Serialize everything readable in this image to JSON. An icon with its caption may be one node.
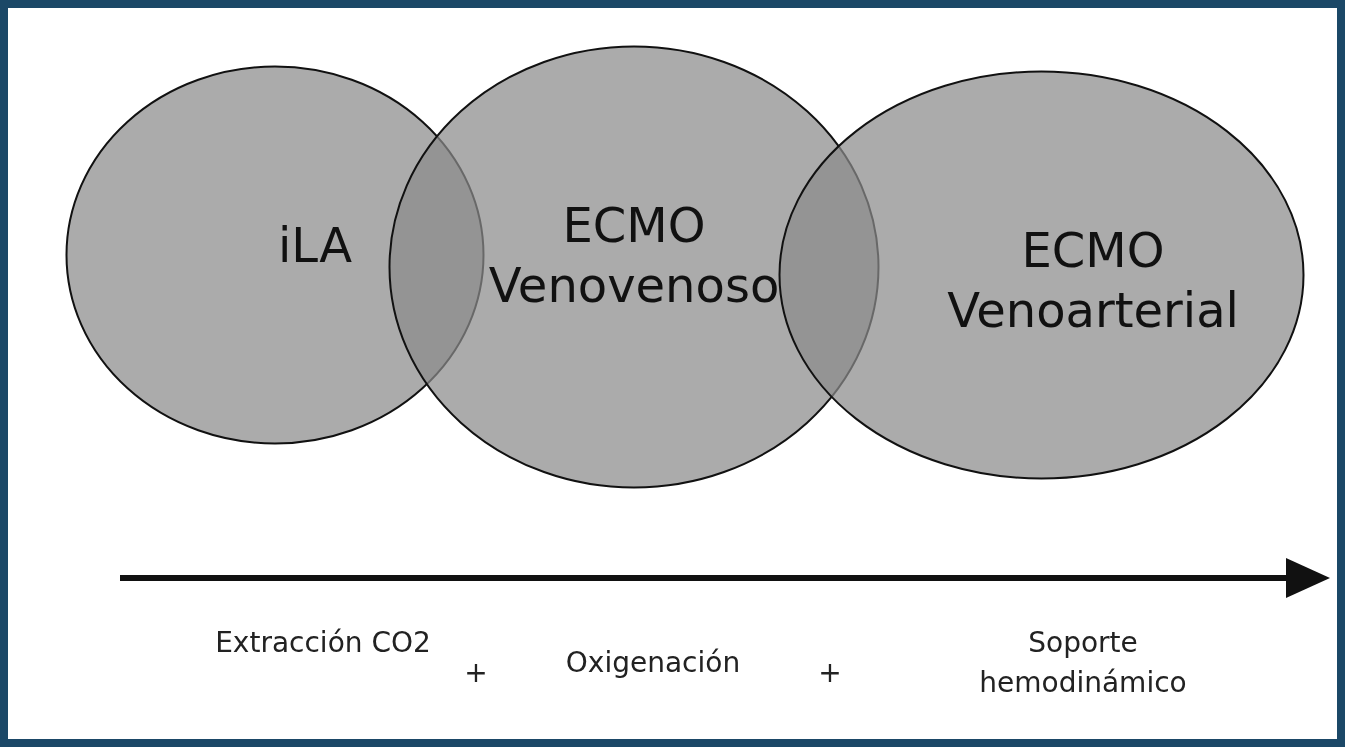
{
  "diagram": {
    "nodes": [
      {
        "text": [
          "iLA"
        ]
      },
      {
        "text": [
          "ECMO Venovenoso"
        ]
      },
      {
        "text": [
          "ECMO Venoarterial"
        ]
      }
    ],
    "labels": [
      "Extracción CO2",
      "+",
      "Oxigenación",
      "+",
      "Soporte hemodinámico"
    ]
  }
}
